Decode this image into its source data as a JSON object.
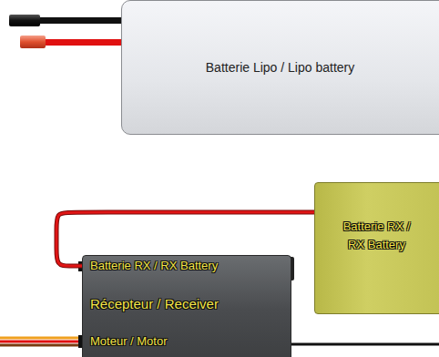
{
  "diagram": {
    "nodes": [
      {
        "text": [
          "Batterie Lipo / Lipo battery"
        ]
      },
      {
        "text": [
          "Batterie RX / RX Battery"
        ]
      },
      {
        "text": [
          "Batterie RX / RX Battery",
          "Récepteur / Receiver",
          "Moteur / Motor"
        ]
      }
    ],
    "edges": [
      {
        "from": 2,
        "to": 1,
        "arrow": "none"
      }
    ]
  }
}
